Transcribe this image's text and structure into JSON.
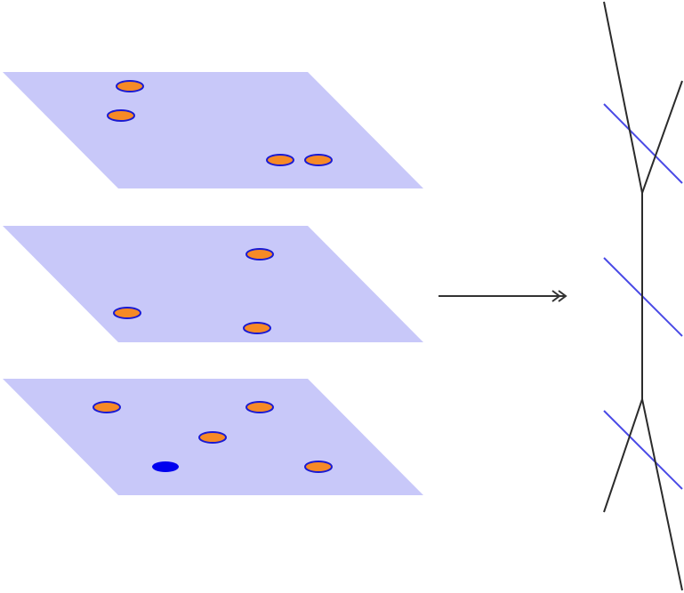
{
  "colors": {
    "plane_fill": "#c8c8f9",
    "spot_fill": "#f68a26",
    "spot_outline": "#1a1ad2",
    "spot_solid": "#0000ee",
    "branch_line": "#2b2b2b",
    "fiber_line": "#4a4ae6",
    "arrow_line": "#333333"
  },
  "icons": {
    "arrow": "two-headed-surjection-arrow"
  },
  "planes": [
    {
      "id": "top",
      "spots": [
        {
          "kind": "outlined"
        },
        {
          "kind": "outlined"
        },
        {
          "kind": "outlined"
        },
        {
          "kind": "outlined"
        }
      ]
    },
    {
      "id": "middle",
      "spots": [
        {
          "kind": "outlined"
        },
        {
          "kind": "outlined"
        },
        {
          "kind": "outlined"
        }
      ]
    },
    {
      "id": "bottom",
      "spots": [
        {
          "kind": "outlined"
        },
        {
          "kind": "outlined"
        },
        {
          "kind": "outlined"
        },
        {
          "kind": "solid"
        },
        {
          "kind": "outlined"
        }
      ]
    }
  ],
  "graph": {
    "upper_branches": 2,
    "lower_branches": 2,
    "fiber_marks": 3
  }
}
